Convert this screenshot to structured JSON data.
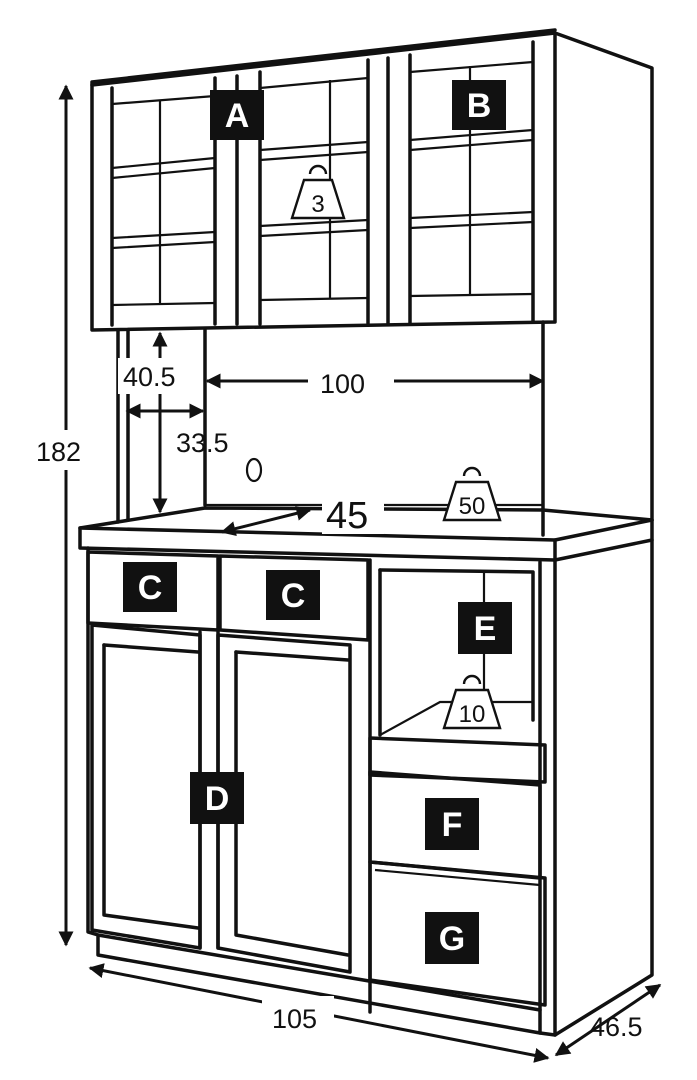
{
  "dimensions": {
    "height": "182",
    "width": "105",
    "depth": "46.5",
    "inner_width": "100",
    "counter_gap": "40.5",
    "shelf_depth": "33.5",
    "counter_depth": "45"
  },
  "section_labels": {
    "A": "A",
    "B": "B",
    "C1": "C",
    "C2": "C",
    "D": "D",
    "E": "E",
    "F": "F",
    "G": "G"
  },
  "load_weights": {
    "upper_shelf": "3",
    "counter": "50",
    "open_shelf": "10"
  },
  "colors": {
    "line": "#111111",
    "background": "#ffffff",
    "label_bg": "#111111",
    "label_text": "#ffffff"
  }
}
